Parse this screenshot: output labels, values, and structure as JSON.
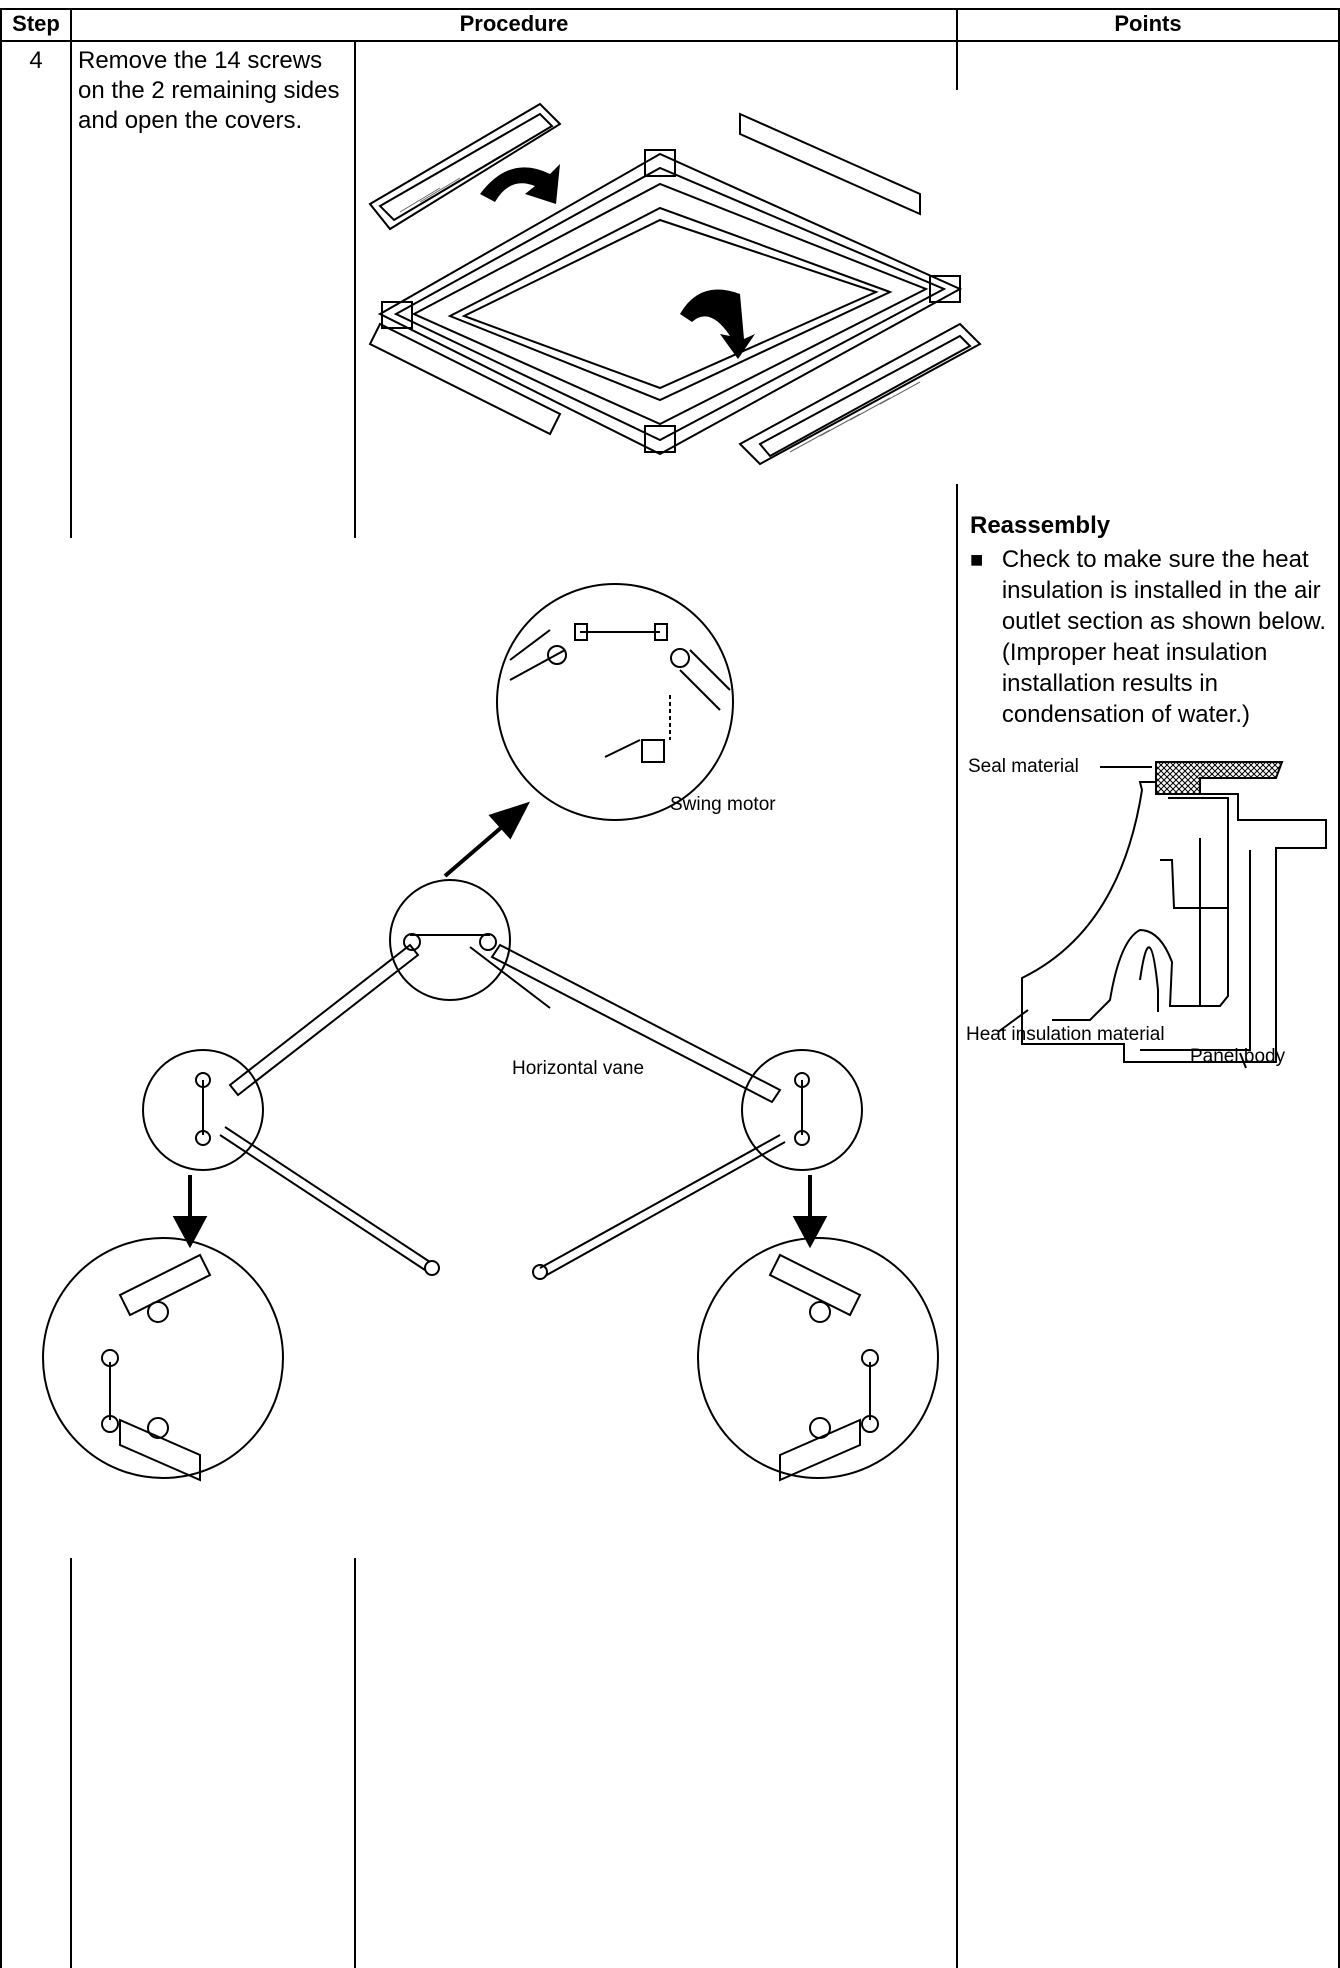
{
  "table": {
    "headers": [
      "Step",
      "Procedure",
      "Points"
    ]
  },
  "step": {
    "number": "4",
    "text": "Remove the 14 screws on the 2 remaining sides and open the covers."
  },
  "diagram_labels": {
    "swing_motor": "Swing motor",
    "horizontal_vane": "Horizontal vane"
  },
  "points": {
    "title": "Reassembly",
    "bullet_symbol": "■",
    "bullet_text": "Check to make sure the heat insulation is installed in the air outlet section as shown below. (Improper heat insulation installation results in condensation of water.)",
    "labels": {
      "seal_material": "Seal material",
      "heat_insulation_material": "Heat insulation material",
      "panel_body": "Panel body"
    }
  }
}
